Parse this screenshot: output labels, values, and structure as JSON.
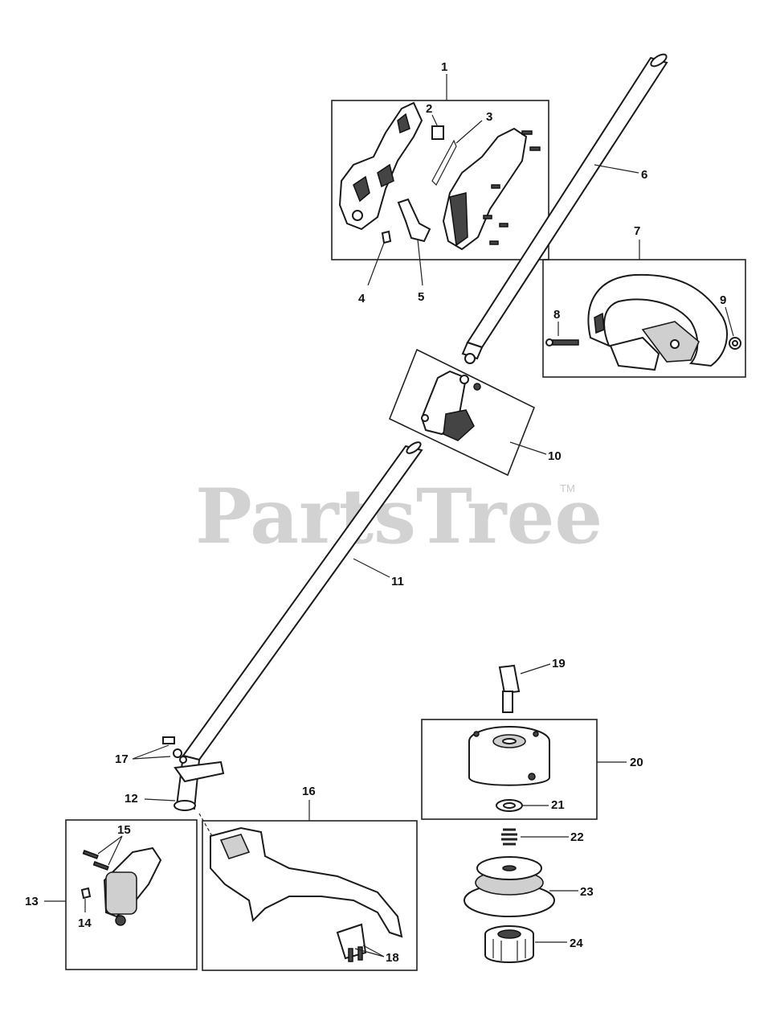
{
  "watermark": {
    "text": "PartsTree",
    "trademark": "TM"
  },
  "callouts": {
    "c1": "1",
    "c2": "2",
    "c3": "3",
    "c4": "4",
    "c5": "5",
    "c6": "6",
    "c7": "7",
    "c8": "8",
    "c9": "9",
    "c10": "10",
    "c11": "11",
    "c12": "12",
    "c13": "13",
    "c14": "14",
    "c15": "15",
    "c16": "16",
    "c17": "17",
    "c18": "18",
    "c19": "19",
    "c20": "20",
    "c21": "21",
    "c22": "22",
    "c23": "23",
    "c24": "24"
  }
}
